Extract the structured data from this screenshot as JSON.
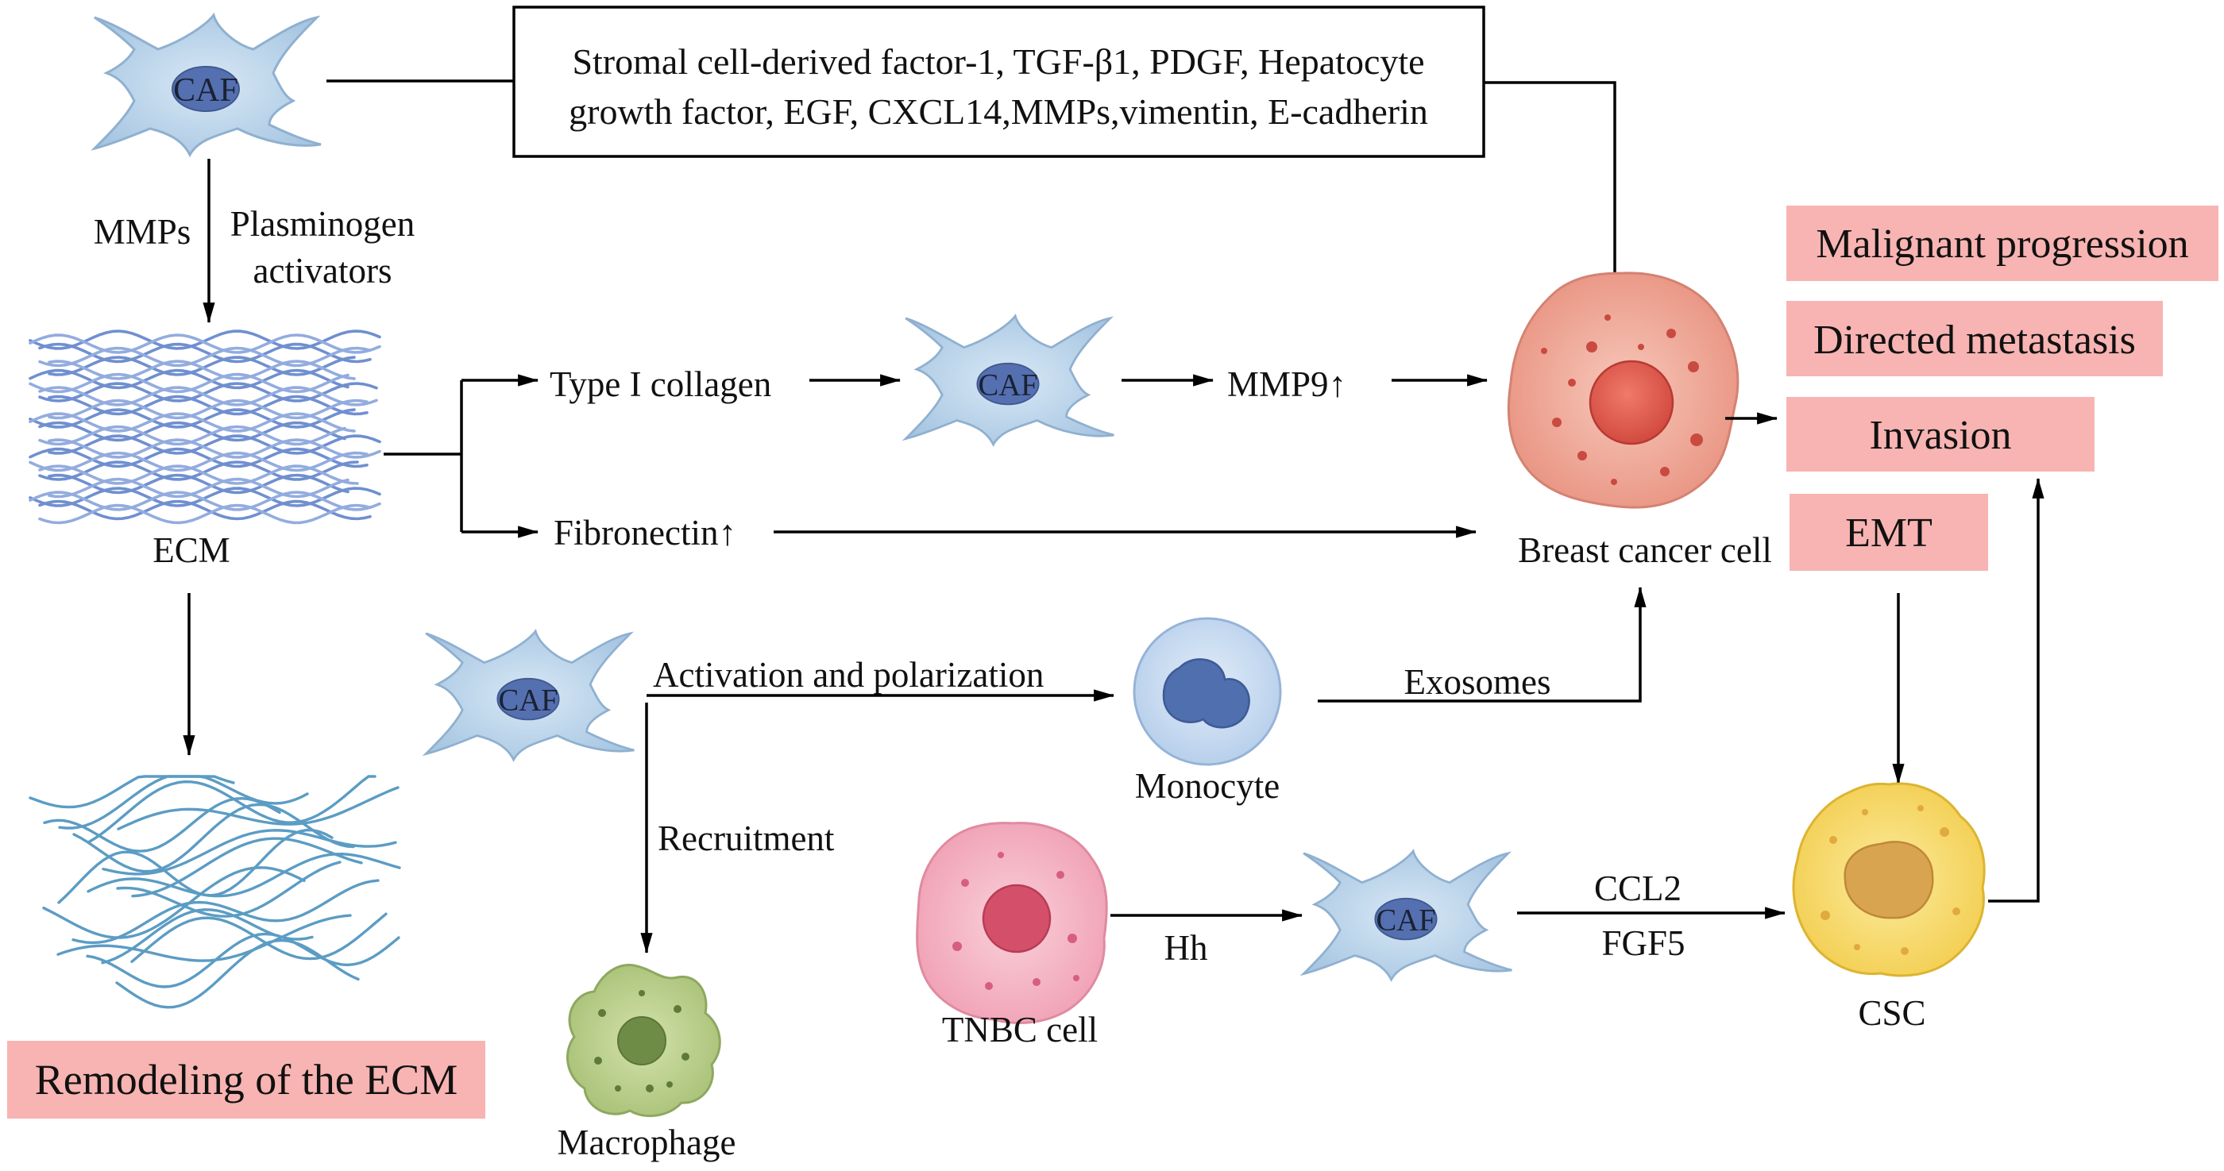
{
  "cells": {
    "caf_top": "CAF",
    "caf_middle": "CAF",
    "caf_left": "CAF",
    "caf_bottom": "CAF",
    "breast_cancer_cell": "Breast cancer cell",
    "monocyte": "Monocyte",
    "macrophage": "Macrophage",
    "tnbc_cell": "TNBC cell",
    "csc": "CSC"
  },
  "ecm_label": "ECM",
  "factors_box": {
    "line1": "Stromal cell-derived factor-1, TGF-β1, PDGF, Hepatocyte",
    "line2": "growth factor, EGF, CXCL14,MMPs,vimentin, E-cadherin"
  },
  "labels": {
    "mmps": "MMPs",
    "plasminogen": "Plasminogen",
    "activators": "activators",
    "type1_collagen": "Type I collagen",
    "mmp9": "MMP9↑",
    "fibronectin": "Fibronectin↑",
    "activation_polarization": "Activation and polarization",
    "recruitment": "Recruitment",
    "exosomes": "Exosomes",
    "hh": "Hh",
    "ccl2": "CCL2",
    "fgf5": "FGF5"
  },
  "outcomes": [
    "Malignant progression",
    "Directed metastasis",
    "Invasion",
    "EMT"
  ],
  "remodeling": "Remodeling of the ECM",
  "colors": {
    "outcome_box": "#f7b4b2",
    "ecm_fiber": "#6f8fd0",
    "ecm_fiber_light": "#93acdf",
    "remodeled_fiber": "#5b9cc4",
    "caf_nucleus": "#5570b0"
  }
}
